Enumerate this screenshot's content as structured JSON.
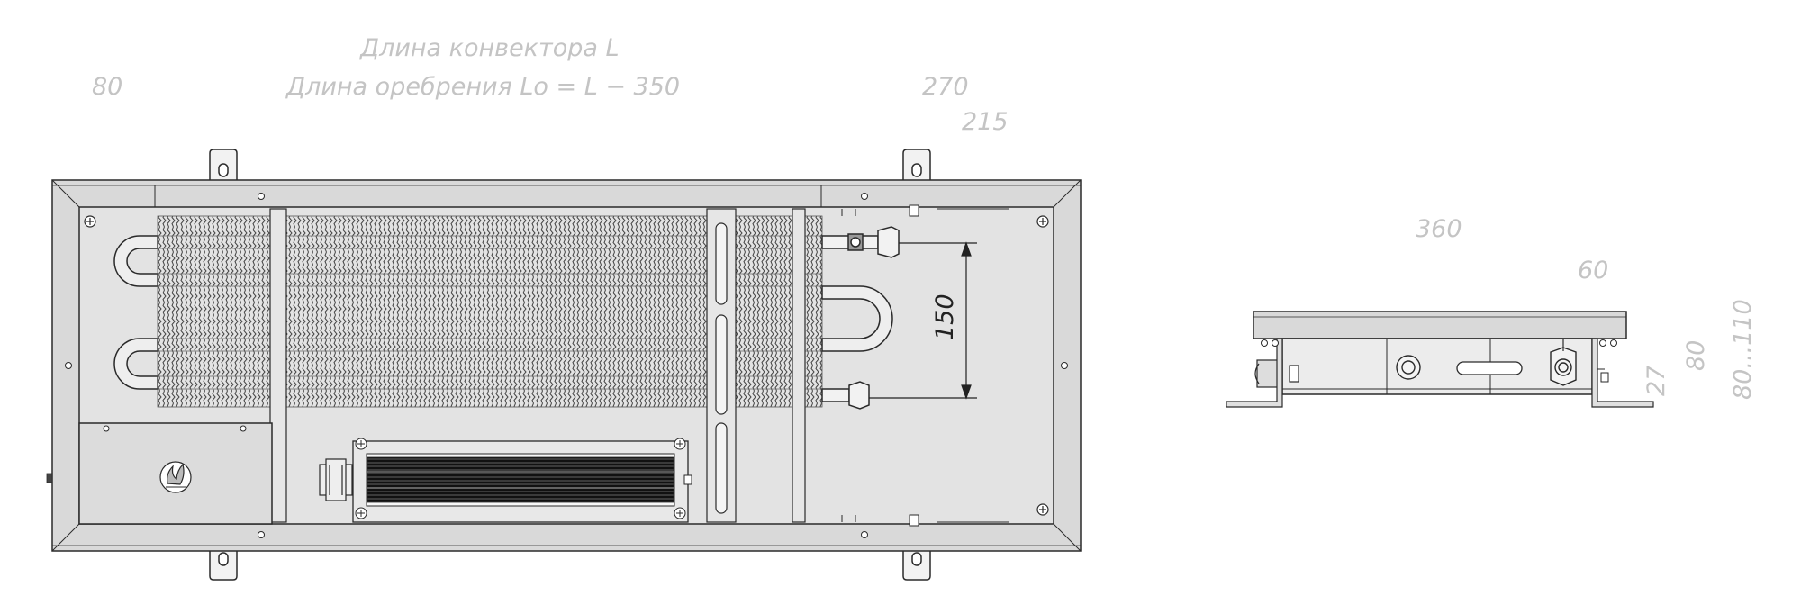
{
  "dimensions": {
    "convector_length": "Длина конвектора L",
    "fin_length": "Длина оребрения Lo = L − 350",
    "left_offset": "80",
    "right_offset": "270",
    "right_inner": "215",
    "pipe_spacing": "150",
    "side_width": "360",
    "side_offset": "60",
    "side_small": "27",
    "side_height": "80",
    "side_height_range": "80...110"
  },
  "colors": {
    "line": "#2a2a2a",
    "panel": "#d9d9d9",
    "inner": "#e3e3e3",
    "dimension_text": "#c4c4c4"
  },
  "icons": {
    "logo": "flame-logo-icon",
    "screw": "screw-icon"
  }
}
